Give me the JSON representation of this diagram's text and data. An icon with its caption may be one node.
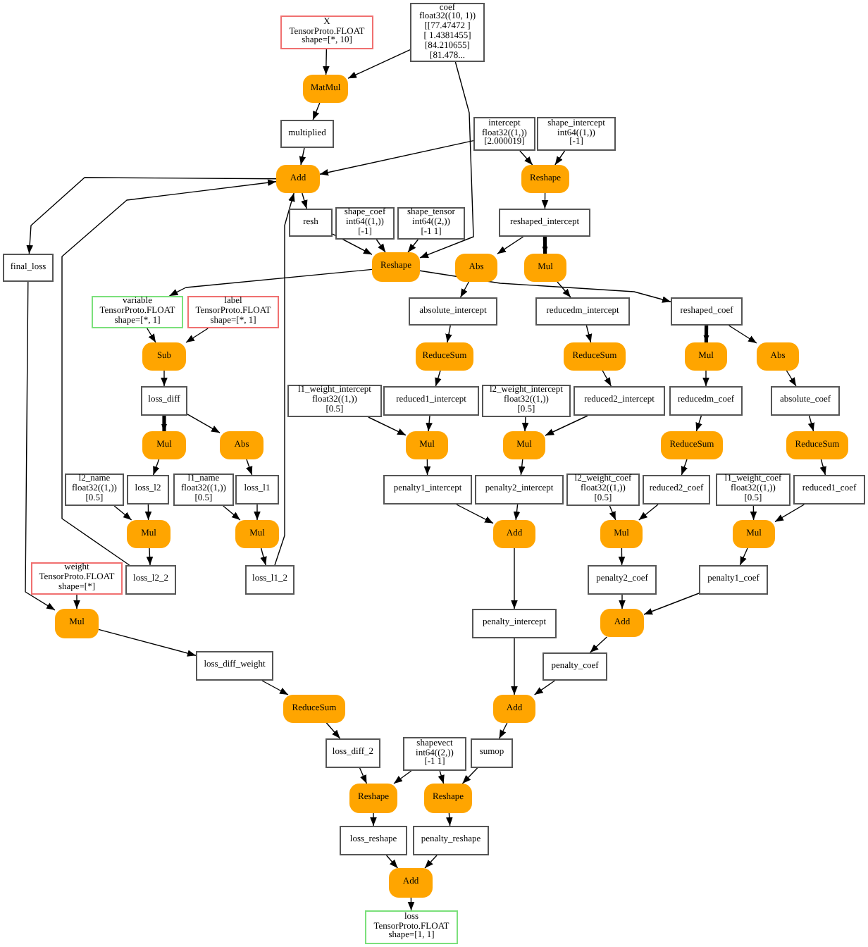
{
  "diagram": {
    "nodes": [
      {
        "text": [
          "X",
          "TensorProto.FLOAT",
          "shape=[*, 10]"
        ]
      },
      {
        "text": [
          "coef",
          "float32((10, 1))",
          "[[77.47472 ]",
          "[ 1.4381455]",
          "[84.210655]",
          "[81.478..."
        ]
      },
      {
        "text": [
          "MatMul"
        ]
      },
      {
        "text": [
          "multiplied"
        ]
      },
      {
        "text": [
          "intercept",
          "float32((1,))",
          "[2.000019]"
        ]
      },
      {
        "text": [
          "shape_intercept",
          "int64((1,))",
          "[-1]"
        ]
      },
      {
        "text": [
          "Add"
        ]
      },
      {
        "text": [
          "Reshape"
        ]
      },
      {
        "text": [
          "resh"
        ]
      },
      {
        "text": [
          "shape_coef",
          "int64((1,))",
          "[-1]"
        ]
      },
      {
        "text": [
          "shape_tensor",
          "int64((2,))",
          "[-1 1]"
        ]
      },
      {
        "text": [
          "reshaped_intercept"
        ]
      },
      {
        "text": [
          "final_loss"
        ]
      },
      {
        "text": [
          "Reshape"
        ]
      },
      {
        "text": [
          "Abs"
        ]
      },
      {
        "text": [
          "Mul"
        ]
      },
      {
        "text": [
          "variable",
          "TensorProto.FLOAT",
          "shape=[*, 1]"
        ]
      },
      {
        "text": [
          "label",
          "TensorProto.FLOAT",
          "shape=[*, 1]"
        ]
      },
      {
        "text": [
          "absolute_intercept"
        ]
      },
      {
        "text": [
          "reducedm_intercept"
        ]
      },
      {
        "text": [
          "reshaped_coef"
        ]
      },
      {
        "text": [
          "Sub"
        ]
      },
      {
        "text": [
          "ReduceSum"
        ]
      },
      {
        "text": [
          "ReduceSum"
        ]
      },
      {
        "text": [
          "Mul"
        ]
      },
      {
        "text": [
          "Abs"
        ]
      },
      {
        "text": [
          "loss_diff"
        ]
      },
      {
        "text": [
          "l1_weight_intercept",
          "float32((1,))",
          "[0.5]"
        ]
      },
      {
        "text": [
          "reduced1_intercept"
        ]
      },
      {
        "text": [
          "l2_weight_intercept",
          "float32((1,))",
          "[0.5]"
        ]
      },
      {
        "text": [
          "reduced2_intercept"
        ]
      },
      {
        "text": [
          "reducedm_coef"
        ]
      },
      {
        "text": [
          "absolute_coef"
        ]
      },
      {
        "text": [
          "Mul"
        ]
      },
      {
        "text": [
          "Abs"
        ]
      },
      {
        "text": [
          "Mul"
        ]
      },
      {
        "text": [
          "Mul"
        ]
      },
      {
        "text": [
          "ReduceSum"
        ]
      },
      {
        "text": [
          "ReduceSum"
        ]
      },
      {
        "text": [
          "l2_name",
          "float32((1,))",
          "[0.5]"
        ]
      },
      {
        "text": [
          "loss_l2"
        ]
      },
      {
        "text": [
          "l1_name",
          "float32((1,))",
          "[0.5]"
        ]
      },
      {
        "text": [
          "loss_l1"
        ]
      },
      {
        "text": [
          "penalty1_intercept"
        ]
      },
      {
        "text": [
          "penalty2_intercept"
        ]
      },
      {
        "text": [
          "l2_weight_coef",
          "float32((1,))",
          "[0.5]"
        ]
      },
      {
        "text": [
          "reduced2_coef"
        ]
      },
      {
        "text": [
          "l1_weight_coef",
          "float32((1,))",
          "[0.5]"
        ]
      },
      {
        "text": [
          "reduced1_coef"
        ]
      },
      {
        "text": [
          "Mul"
        ]
      },
      {
        "text": [
          "Mul"
        ]
      },
      {
        "text": [
          "Add"
        ]
      },
      {
        "text": [
          "Mul"
        ]
      },
      {
        "text": [
          "Mul"
        ]
      },
      {
        "text": [
          "weight",
          "TensorProto.FLOAT",
          "shape=[*]"
        ]
      },
      {
        "text": [
          "loss_l2_2"
        ]
      },
      {
        "text": [
          "loss_l1_2"
        ]
      },
      {
        "text": [
          "penalty2_coef"
        ]
      },
      {
        "text": [
          "penalty1_coef"
        ]
      },
      {
        "text": [
          "Mul"
        ]
      },
      {
        "text": [
          "penalty_intercept"
        ]
      },
      {
        "text": [
          "Add"
        ]
      },
      {
        "text": [
          "loss_diff_weight"
        ]
      },
      {
        "text": [
          "penalty_coef"
        ]
      },
      {
        "text": [
          "ReduceSum"
        ]
      },
      {
        "text": [
          "Add"
        ]
      },
      {
        "text": [
          "loss_diff_2"
        ]
      },
      {
        "text": [
          "shapevect",
          "int64((2,))",
          "[-1 1]"
        ]
      },
      {
        "text": [
          "sumop"
        ]
      },
      {
        "text": [
          "Reshape"
        ]
      },
      {
        "text": [
          "Reshape"
        ]
      },
      {
        "text": [
          "loss_reshape"
        ]
      },
      {
        "text": [
          "penalty_reshape"
        ]
      },
      {
        "text": [
          "Add"
        ]
      },
      {
        "text": [
          "loss",
          "TensorProto.FLOAT",
          "shape=[1, 1]"
        ]
      }
    ],
    "edges": [
      {
        "from": 0,
        "to": 2,
        "arrow": "to"
      },
      {
        "from": 1,
        "to": 2,
        "arrow": "to"
      },
      {
        "from": 2,
        "to": 3,
        "arrow": "to"
      },
      {
        "from": 3,
        "to": 6,
        "arrow": "to"
      },
      {
        "from": 4,
        "to": 6,
        "arrow": "to"
      },
      {
        "from": 4,
        "to": 7,
        "arrow": "to"
      },
      {
        "from": 5,
        "to": 7,
        "arrow": "to"
      },
      {
        "from": 6,
        "to": 12,
        "arrow": "to"
      },
      {
        "from": 6,
        "to": 8,
        "arrow": "to"
      },
      {
        "from": 1,
        "to": 13,
        "arrow": "to"
      },
      {
        "from": 8,
        "to": 13,
        "arrow": "to"
      },
      {
        "from": 9,
        "to": 13,
        "arrow": "to"
      },
      {
        "from": 10,
        "to": 13,
        "arrow": "to"
      },
      {
        "from": 7,
        "to": 11,
        "arrow": "to"
      },
      {
        "from": 13,
        "to": 16,
        "arrow": "to"
      },
      {
        "from": 13,
        "to": 20,
        "arrow": "to"
      },
      {
        "from": 11,
        "to": 14,
        "arrow": "to"
      },
      {
        "from": 11,
        "to": 15,
        "arrow": "to",
        "style": "thick"
      },
      {
        "from": 16,
        "to": 21,
        "arrow": "to"
      },
      {
        "from": 17,
        "to": 21,
        "arrow": "to"
      },
      {
        "from": 14,
        "to": 18,
        "arrow": "to"
      },
      {
        "from": 15,
        "to": 19,
        "arrow": "to"
      },
      {
        "from": 20,
        "to": 24,
        "arrow": "to",
        "style": "thick"
      },
      {
        "from": 20,
        "to": 25,
        "arrow": "to"
      },
      {
        "from": 21,
        "to": 26,
        "arrow": "to"
      },
      {
        "from": 18,
        "to": 22,
        "arrow": "to"
      },
      {
        "from": 19,
        "to": 23,
        "arrow": "to"
      },
      {
        "from": 24,
        "to": 31,
        "arrow": "to"
      },
      {
        "from": 25,
        "to": 32,
        "arrow": "to"
      },
      {
        "from": 22,
        "to": 28,
        "arrow": "to"
      },
      {
        "from": 23,
        "to": 30,
        "arrow": "to"
      },
      {
        "from": 26,
        "to": 33,
        "arrow": "to",
        "style": "thick"
      },
      {
        "from": 26,
        "to": 34,
        "arrow": "to"
      },
      {
        "from": 27,
        "to": 35,
        "arrow": "to"
      },
      {
        "from": 28,
        "to": 35,
        "arrow": "to"
      },
      {
        "from": 29,
        "to": 36,
        "arrow": "to"
      },
      {
        "from": 30,
        "to": 36,
        "arrow": "to"
      },
      {
        "from": 31,
        "to": 37,
        "arrow": "to"
      },
      {
        "from": 32,
        "to": 38,
        "arrow": "to"
      },
      {
        "from": 33,
        "to": 40,
        "arrow": "to"
      },
      {
        "from": 34,
        "to": 42,
        "arrow": "to"
      },
      {
        "from": 35,
        "to": 43,
        "arrow": "to"
      },
      {
        "from": 36,
        "to": 44,
        "arrow": "to"
      },
      {
        "from": 37,
        "to": 46,
        "arrow": "to"
      },
      {
        "from": 38,
        "to": 48,
        "arrow": "to"
      },
      {
        "from": 39,
        "to": 49,
        "arrow": "to"
      },
      {
        "from": 40,
        "to": 49,
        "arrow": "to"
      },
      {
        "from": 41,
        "to": 50,
        "arrow": "to"
      },
      {
        "from": 42,
        "to": 50,
        "arrow": "to"
      },
      {
        "from": 45,
        "to": 52,
        "arrow": "to"
      },
      {
        "from": 46,
        "to": 52,
        "arrow": "to"
      },
      {
        "from": 47,
        "to": 53,
        "arrow": "to"
      },
      {
        "from": 48,
        "to": 53,
        "arrow": "to"
      },
      {
        "from": 43,
        "to": 51,
        "arrow": "to"
      },
      {
        "from": 44,
        "to": 51,
        "arrow": "to"
      },
      {
        "from": 49,
        "to": 55,
        "arrow": "to"
      },
      {
        "from": 50,
        "to": 56,
        "arrow": "to"
      },
      {
        "from": 52,
        "to": 57,
        "arrow": "to"
      },
      {
        "from": 53,
        "to": 58,
        "arrow": "to"
      },
      {
        "from": 55,
        "to": 6,
        "arrow": "to"
      },
      {
        "from": 56,
        "to": 6,
        "arrow": "to"
      },
      {
        "from": 12,
        "to": 59,
        "arrow": "to"
      },
      {
        "from": 54,
        "to": 59,
        "arrow": "to"
      },
      {
        "from": 51,
        "to": 60,
        "arrow": "to"
      },
      {
        "from": 57,
        "to": 61,
        "arrow": "to"
      },
      {
        "from": 58,
        "to": 61,
        "arrow": "to"
      },
      {
        "from": 61,
        "to": 63,
        "arrow": "to"
      },
      {
        "from": 59,
        "to": 62,
        "arrow": "to"
      },
      {
        "from": 62,
        "to": 64,
        "arrow": "to"
      },
      {
        "from": 60,
        "to": 65,
        "arrow": "to"
      },
      {
        "from": 63,
        "to": 65,
        "arrow": "to"
      },
      {
        "from": 64,
        "to": 66,
        "arrow": "to"
      },
      {
        "from": 65,
        "to": 68,
        "arrow": "to"
      },
      {
        "from": 66,
        "to": 69,
        "arrow": "to"
      },
      {
        "from": 67,
        "to": 69,
        "arrow": "to"
      },
      {
        "from": 67,
        "to": 70,
        "arrow": "to"
      },
      {
        "from": 68,
        "to": 70,
        "arrow": "to"
      },
      {
        "from": 69,
        "to": 71,
        "arrow": "to"
      },
      {
        "from": 70,
        "to": 72,
        "arrow": "to"
      },
      {
        "from": 71,
        "to": 73,
        "arrow": "to"
      },
      {
        "from": 72,
        "to": 73,
        "arrow": "to"
      },
      {
        "from": 73,
        "to": 74,
        "arrow": "to"
      }
    ]
  }
}
